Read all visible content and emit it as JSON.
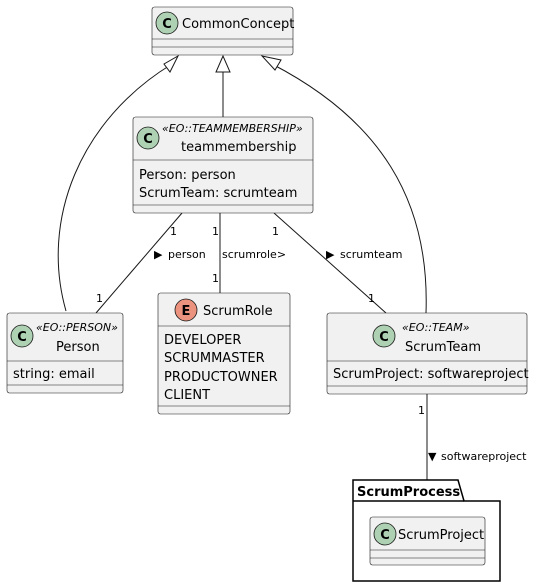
{
  "classes": {
    "common_concept": {
      "name": "CommonConcept"
    },
    "teammembership": {
      "name": "teammembership",
      "stereotype": "«EO::TEAMMEMBERSHIP»",
      "attributes": [
        "Person: person",
        "ScrumTeam: scrumteam"
      ]
    },
    "person": {
      "name": "Person",
      "stereotype": "«EO::PERSON»",
      "attributes": [
        "string: email"
      ]
    },
    "scrum_role": {
      "name": "ScrumRole",
      "values": [
        "DEVELOPER",
        "SCRUMMASTER",
        "PRODUCTOWNER",
        "CLIENT"
      ]
    },
    "scrum_team": {
      "name": "ScrumTeam",
      "stereotype": "«EO::TEAM»",
      "attributes": [
        "ScrumProject: softwareproject"
      ]
    },
    "scrum_project": {
      "name": "ScrumProject"
    }
  },
  "package": {
    "name": "ScrumProcess"
  },
  "icons": {
    "class_letter": "C",
    "enum_letter": "E",
    "class_color": "#ADD1B2",
    "enum_color": "#EB937F"
  },
  "associations": {
    "person": {
      "label": "person",
      "arrow": "▶",
      "source_mult": "1",
      "target_mult": "1"
    },
    "scrumrole": {
      "label": "scrumrole>",
      "source_mult": "1",
      "target_mult": "1"
    },
    "scrumteam": {
      "label": "scrumteam",
      "arrow": "▶",
      "source_mult": "1",
      "target_mult": "1"
    },
    "softwareproject": {
      "label": "softwareproject",
      "arrow": "▼",
      "source_mult": "1"
    }
  }
}
